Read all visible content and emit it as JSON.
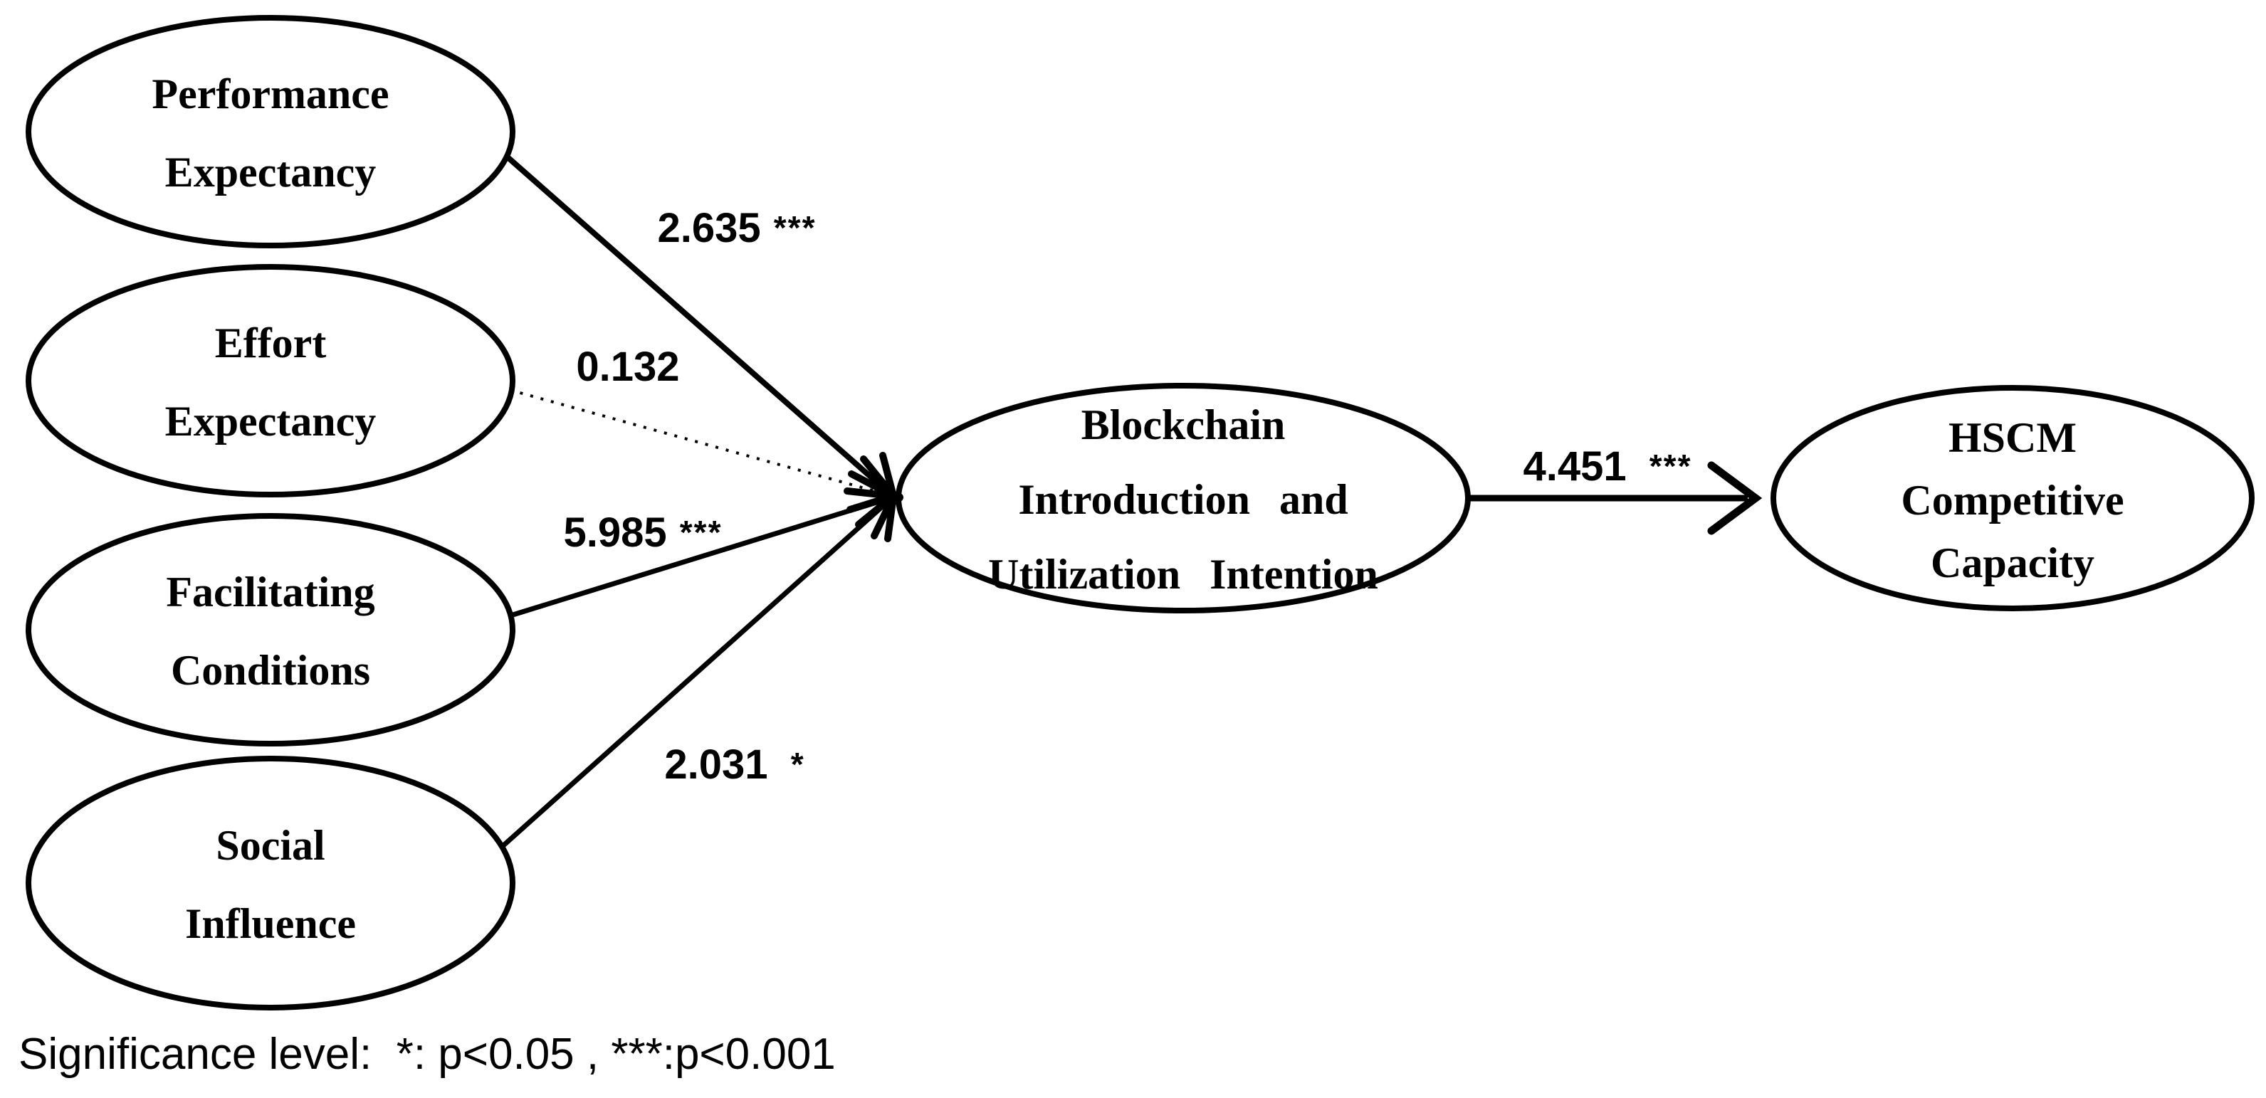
{
  "diagram": {
    "type": "structural-path-model",
    "nodes": [
      {
        "id": "performance-expectancy",
        "label_lines": [
          "Performance",
          "Expectancy"
        ]
      },
      {
        "id": "effort-expectancy",
        "label_lines": [
          "Effort",
          "Expectancy"
        ]
      },
      {
        "id": "facilitating-conditions",
        "label_lines": [
          "Facilitating",
          "Conditions"
        ]
      },
      {
        "id": "social-influence",
        "label_lines": [
          "Social",
          "Influence"
        ]
      },
      {
        "id": "blockchain-intention",
        "label_lines": [
          "Blockchain",
          "Introduction and",
          "Utilization Intention"
        ]
      },
      {
        "id": "hscm-competitive-capacity",
        "label_lines": [
          "HSCM",
          "Competitive",
          "Capacity"
        ]
      }
    ],
    "edges": [
      {
        "from": "performance-expectancy",
        "to": "blockchain-intention",
        "coefficient": "2.635",
        "stars": "***",
        "line_style": "solid"
      },
      {
        "from": "effort-expectancy",
        "to": "blockchain-intention",
        "coefficient": "0.132",
        "stars": "",
        "line_style": "dotted"
      },
      {
        "from": "facilitating-conditions",
        "to": "blockchain-intention",
        "coefficient": "5.985",
        "stars": "***",
        "line_style": "solid"
      },
      {
        "from": "social-influence",
        "to": "blockchain-intention",
        "coefficient": "2.031",
        "stars": "*",
        "line_style": "solid"
      },
      {
        "from": "blockchain-intention",
        "to": "hscm-competitive-capacity",
        "coefficient": "4.451",
        "stars": "***",
        "line_style": "solid"
      }
    ],
    "footnote": "Significance level:  *: p<0.05 , ***:p<0.001",
    "colors": {
      "ink": "#000000",
      "background": "#ffffff"
    }
  }
}
